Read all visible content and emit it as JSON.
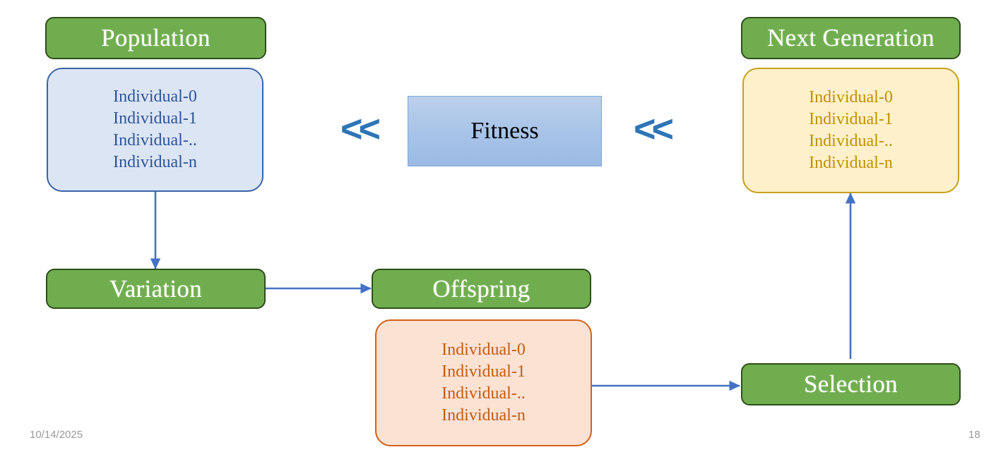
{
  "slide": {
    "background_color": "#FFFFFF",
    "footer": {
      "date": "10/14/2025",
      "page_number": "18"
    }
  },
  "palette": {
    "green_fill": "#70AD4E",
    "green_border": "#2E4F1B",
    "blue_panel_fill": "#DCE5F4",
    "blue_panel_border": "#3A64A8",
    "blue_panel_text": "#2E5496",
    "yellow_panel_fill": "#FDF0CA",
    "yellow_panel_border": "#C8A01E",
    "yellow_panel_text": "#BF9000",
    "orange_panel_fill": "#FBE2D3",
    "orange_panel_border": "#D2601A",
    "orange_panel_text": "#C55A11",
    "fitness_fill_top": "#BBD0EC",
    "fitness_fill_bottom": "#9BBAE3",
    "fitness_border": "#7FA6D8",
    "arrow_color": "#4472C4",
    "chevron_color": "#2E75B6",
    "footer_text": "#9A9A9A"
  },
  "nodes": {
    "population": {
      "label": "Population",
      "items": [
        "Individual-0",
        "Individual-1",
        "Individual-..",
        "Individual-n"
      ]
    },
    "next_generation": {
      "label": "Next Generation",
      "items": [
        "Individual-0",
        "Individual-1",
        "Individual-..",
        "Individual-n"
      ]
    },
    "offspring": {
      "label": "Offspring",
      "items": [
        "Individual-0",
        "Individual-1",
        "Individual-..",
        "Individual-n"
      ]
    },
    "variation": {
      "label": "Variation"
    },
    "selection": {
      "label": "Selection"
    },
    "fitness": {
      "label": "Fitness"
    }
  },
  "connectors": {
    "left_chevron": "<<",
    "right_chevron": "<<"
  }
}
